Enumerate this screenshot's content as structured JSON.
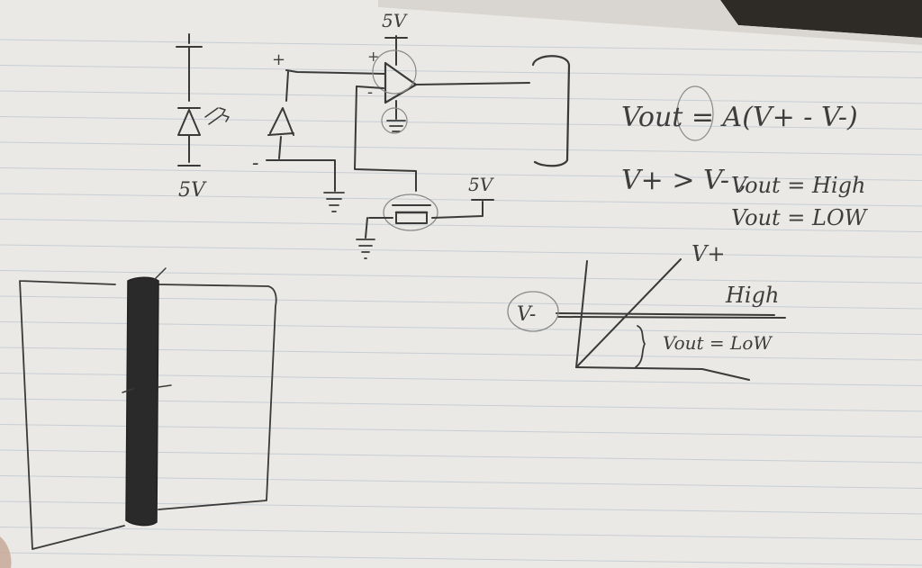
{
  "colors": {
    "paper": "#ebe9e5",
    "rule_line": "#b9c3ce",
    "pencil": "#3a3a3a",
    "shade": "#2a2a2a",
    "desk": "#2e2b27"
  },
  "circuit": {
    "led_supply_label": "5V",
    "plus_sign": "+",
    "minus_sign": "-",
    "opamp_supply_label": "5V",
    "opamp_plus_label": "+",
    "opamp_minus_label": "-",
    "transistor_supply_label": "5V"
  },
  "formulas": {
    "vout_equation": "Vout = A(V+ - V-)",
    "condition": "V+ > V- ,",
    "vout_high": "Vout = High",
    "vout_low": "Vout = LOW"
  },
  "graph": {
    "v_plus_label": "V+",
    "v_minus_label": "V-",
    "high_label": "High",
    "vout_low_label": "Vout = LoW"
  }
}
